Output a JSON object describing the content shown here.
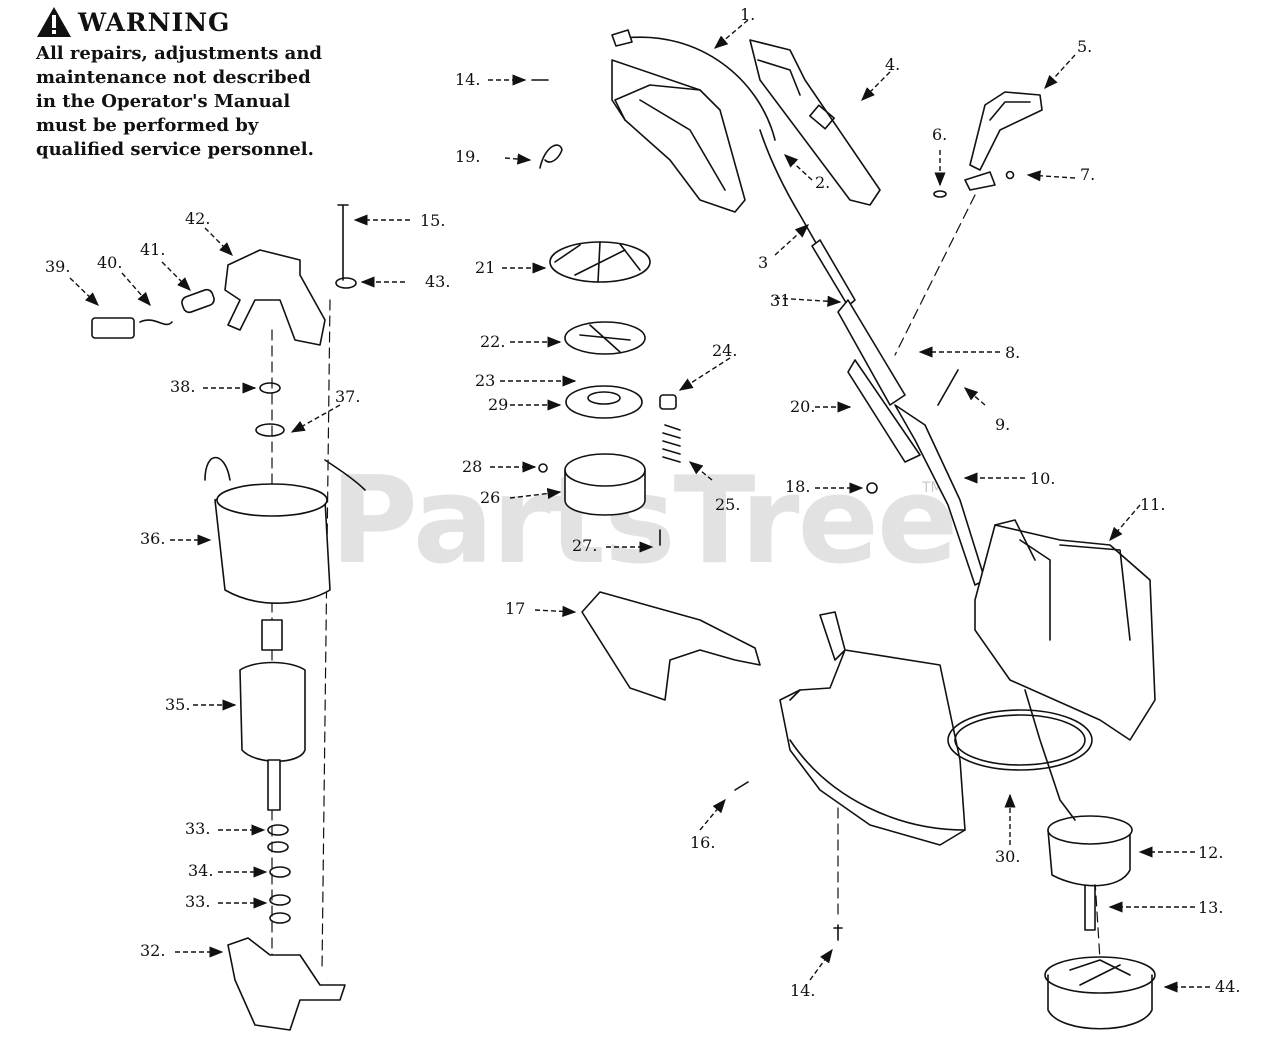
{
  "warning": {
    "title": "WARNING",
    "text": "All repairs, adjustments and maintenance not described in the Operator's Manual must be performed by qualified service personnel."
  },
  "watermark": {
    "text": "PartsTree",
    "tm": "TM"
  },
  "callouts": [
    "1.",
    "2.",
    "3",
    "4.",
    "5.",
    "6.",
    "7.",
    "8.",
    "9.",
    "10.",
    "11.",
    "12.",
    "13.",
    "14.",
    "14.",
    "15.",
    "16.",
    "17",
    "18.",
    "19.",
    "20.",
    "21",
    "22.",
    "23",
    "24.",
    "25.",
    "26",
    "27.",
    "28",
    "29",
    "30.",
    "31",
    "32.",
    "33.",
    "33.",
    "34.",
    "35.",
    "36.",
    "37.",
    "38.",
    "39.",
    "40.",
    "41.",
    "42.",
    "43.",
    "44."
  ]
}
